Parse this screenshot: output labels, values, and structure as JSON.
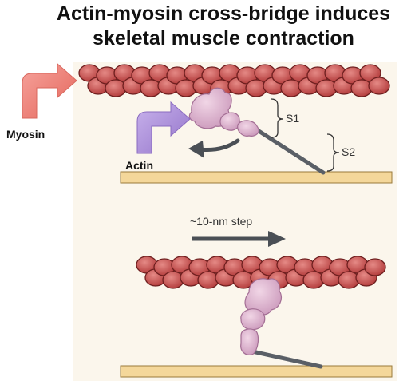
{
  "title_line1": "Actin-myosin cross-bridge induces",
  "title_line2": "skeletal muscle contraction",
  "labels": {
    "myosin": "Myosin",
    "actin": "Actin",
    "s1": "S1",
    "s2": "S2",
    "step": "~10-nm step"
  },
  "colors": {
    "panel_bg": "#fbf6ec",
    "actin_fill": "#c94a4a",
    "actin_stroke": "#6e1f1f",
    "myosin_head": "#dcb0cd",
    "thick_filament": "#f4d79a",
    "arrow_gray": "#4a4f55",
    "myosin_pointer": "#ee7a70",
    "actin_pointer": "#a78bd4"
  }
}
